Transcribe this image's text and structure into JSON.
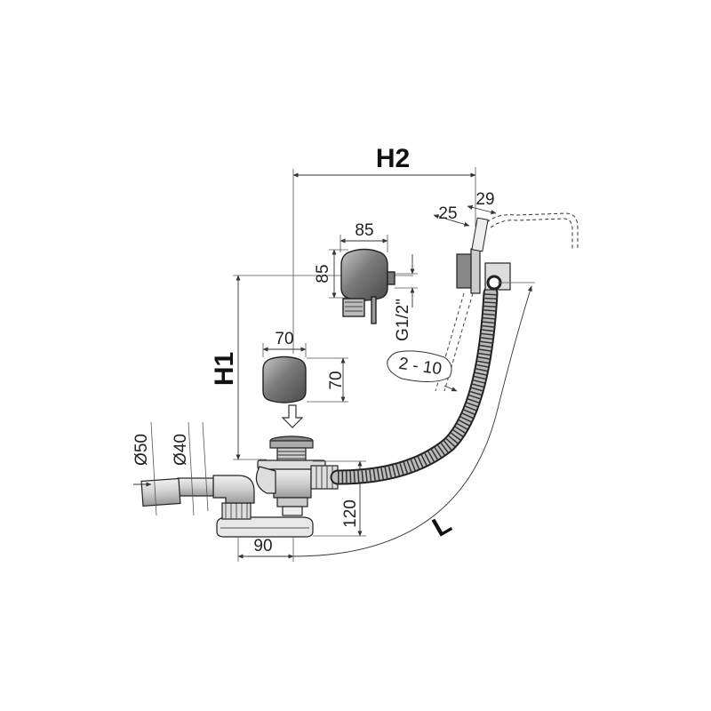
{
  "labels": {
    "h1": "H1",
    "h2": "H2",
    "l": "L",
    "d85_w": "85",
    "d85_h": "85",
    "d70_w": "70",
    "d70_h": "70",
    "d25": "25",
    "d29": "29",
    "g12": "G1/2\"",
    "range": "2 - 10",
    "d50": "Ø50",
    "d40": "Ø40",
    "d120": "120",
    "d90": "90"
  },
  "colors": {
    "part_fill": "#8a8a8a",
    "line": "#222222"
  }
}
